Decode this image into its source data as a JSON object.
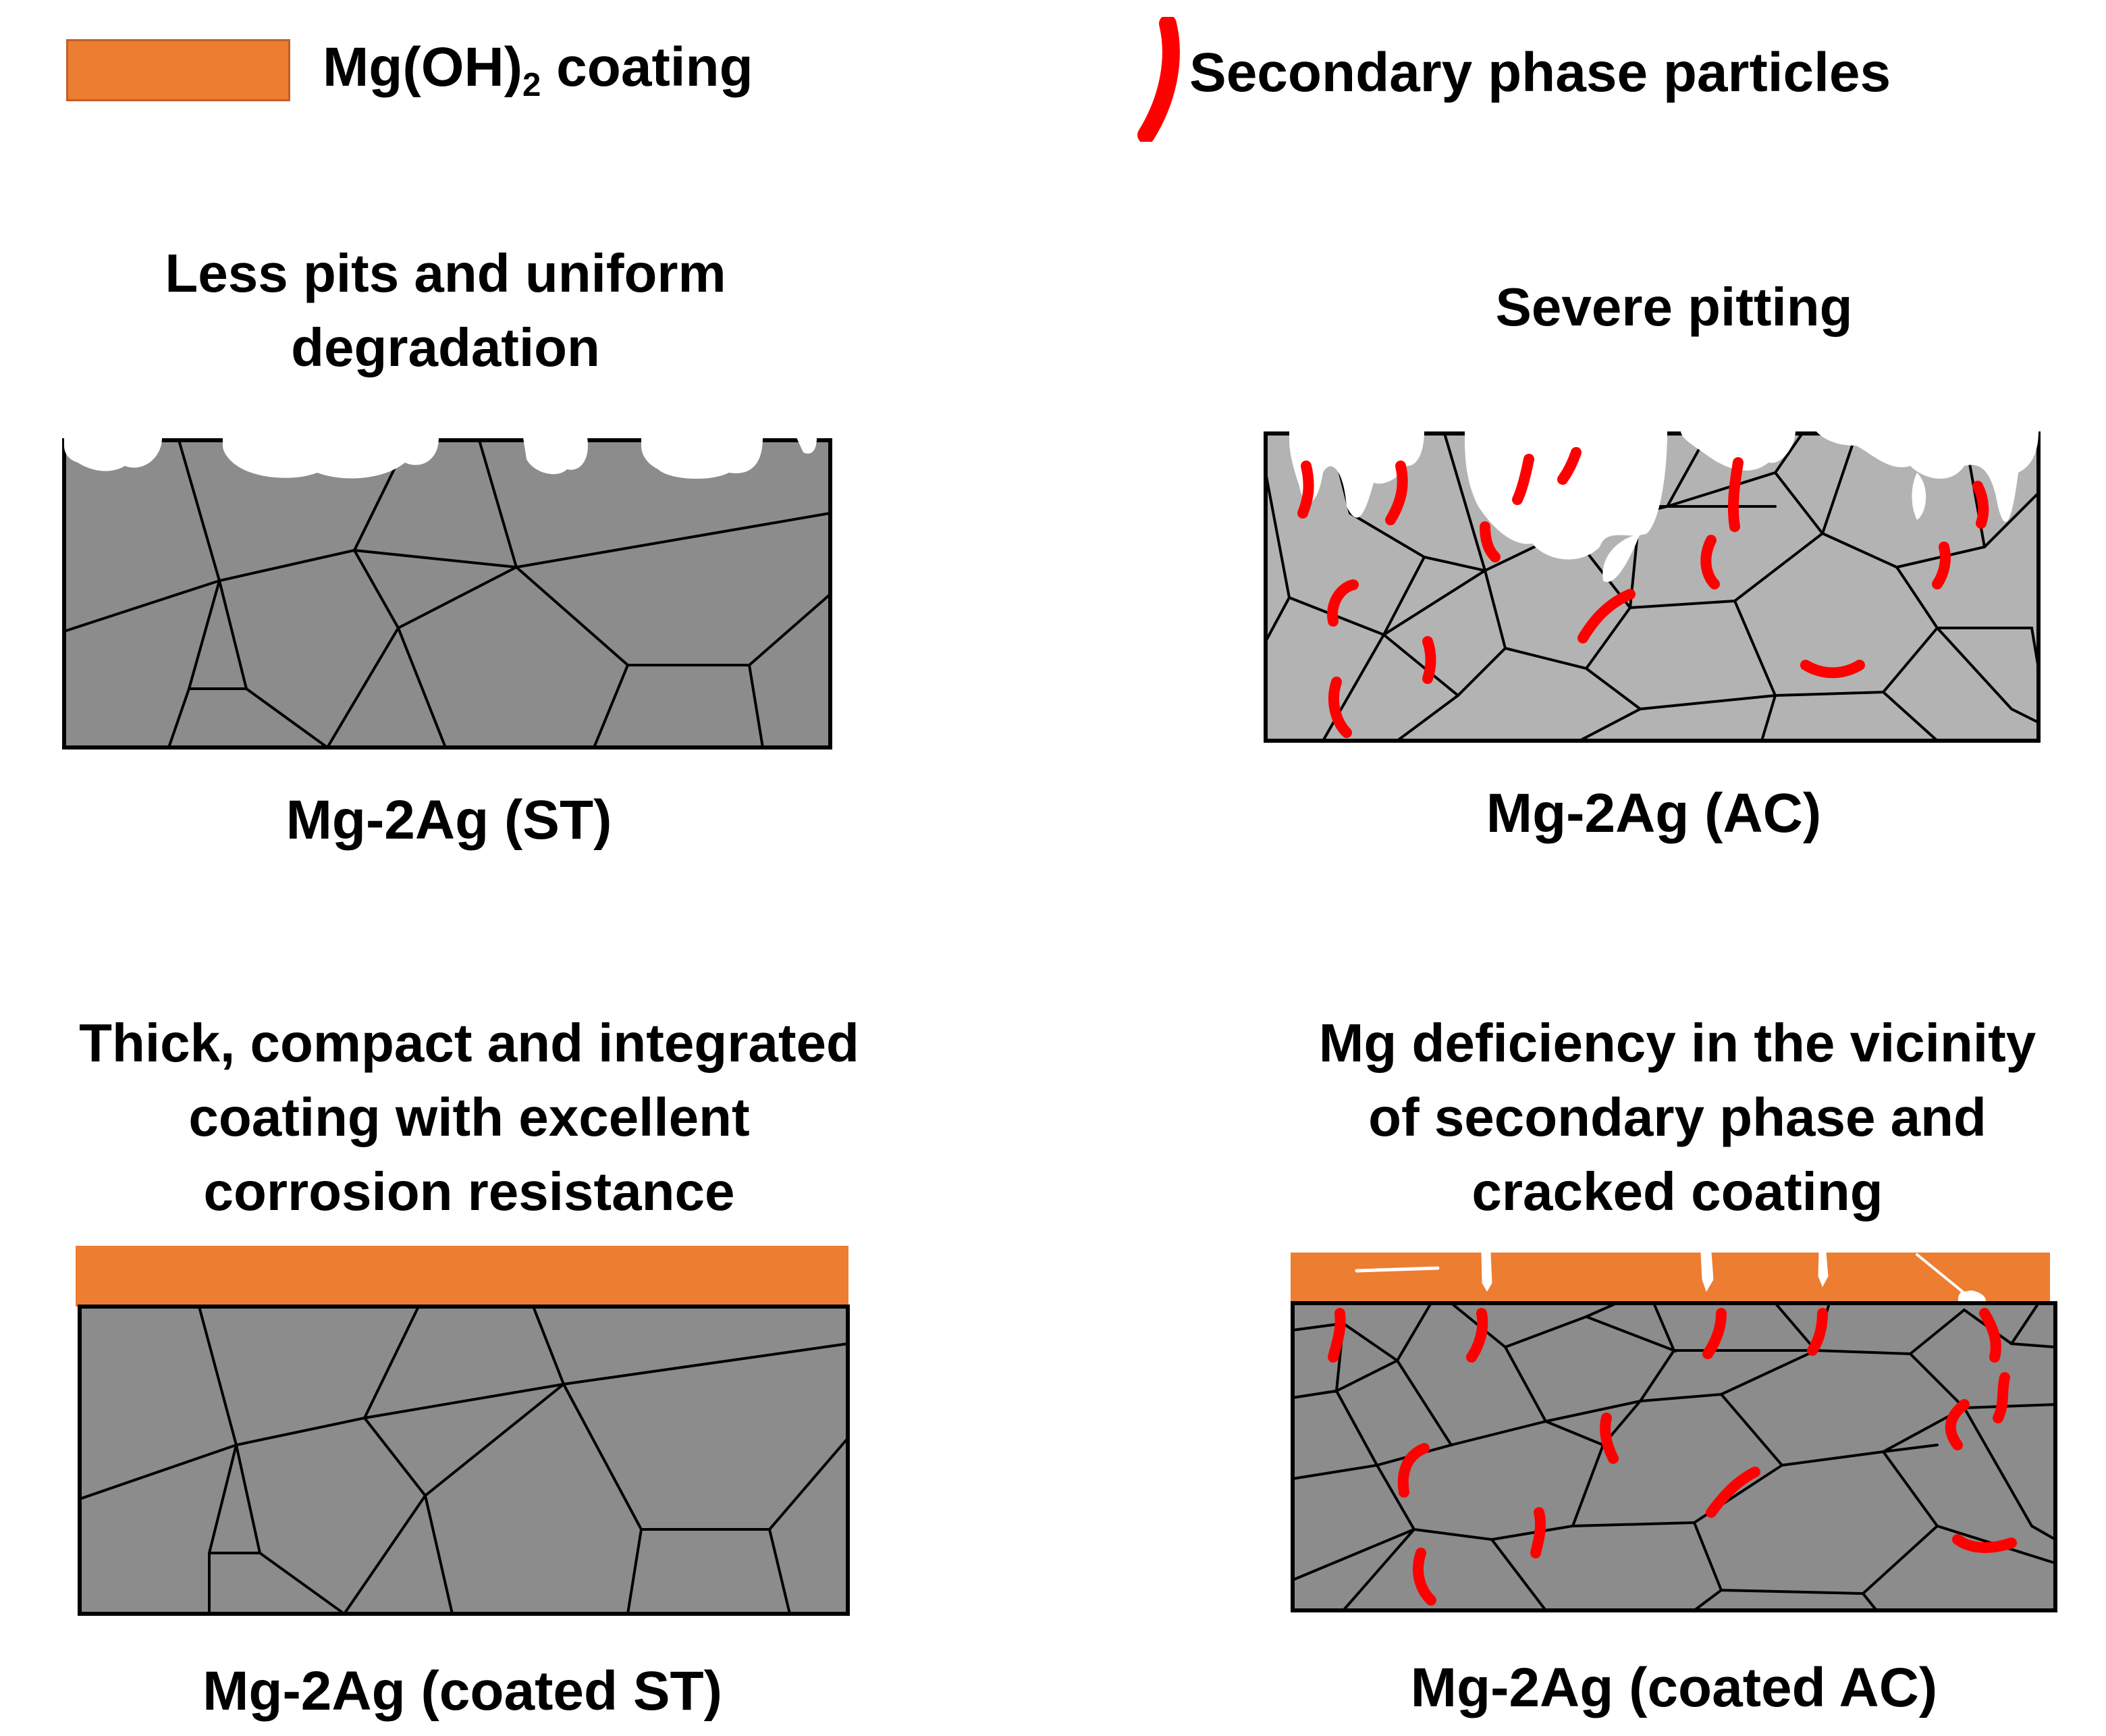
{
  "legend": {
    "coating_label": "Mg(OH)",
    "coating_subscript": "2",
    "coating_suffix": " coating",
    "particles_label": "Secondary phase particles"
  },
  "colors": {
    "coating": "#ed7d31",
    "grain_dark": "#8c8c8c",
    "grain_light": "#b3b3b3",
    "particle": "#ff0000",
    "pit": "#ffffff"
  },
  "panels": {
    "st": {
      "title": "Less pits and uniform\ndegradation",
      "label": "Mg-2Ag (ST)"
    },
    "ac": {
      "title": "Severe pitting",
      "label": "Mg-2Ag (AC)"
    },
    "coated_st": {
      "title": "Thick, compact and integrated\ncoating with excellent\ncorrosion resistance",
      "label": "Mg-2Ag (coated ST)"
    },
    "coated_ac": {
      "title": "Mg deficiency in the vicinity\nof secondary phase and\ncracked coating",
      "label": "Mg-2Ag (coated AC)"
    }
  }
}
